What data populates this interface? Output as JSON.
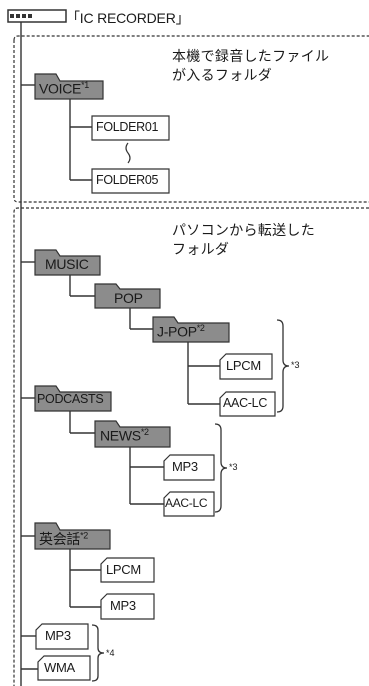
{
  "device_label": "「IC RECORDER」",
  "descriptions": {
    "voice_area": [
      "本機で録音したファイル",
      "が入るフォルダ"
    ],
    "pc_area": [
      "パソコンから転送した",
      "フォルダ"
    ]
  },
  "folders": {
    "voice": {
      "label": "VOICE",
      "mark": "*1"
    },
    "folder01": {
      "label": "FOLDER01"
    },
    "folder05": {
      "label": "FOLDER05"
    },
    "music": {
      "label": "MUSIC"
    },
    "pop": {
      "label": "POP"
    },
    "jpop": {
      "label": "J-POP",
      "mark": "*2"
    },
    "jpop_lpcm": {
      "label": "LPCM"
    },
    "jpop_aaclc": {
      "label": "AAC-LC"
    },
    "podcasts": {
      "label": "PODCASTS"
    },
    "news": {
      "label": "NEWS",
      "mark": "*2"
    },
    "news_mp3": {
      "label": "MP3"
    },
    "news_aaclc": {
      "label": "AAC-LC"
    },
    "eikaiwa": {
      "label": "英会話",
      "mark": "*2"
    },
    "eikaiwa_lpcm": {
      "label": "LPCM"
    },
    "eikaiwa_mp3": {
      "label": "MP3"
    },
    "root_mp3": {
      "label": "MP3"
    },
    "root_wma": {
      "label": "WMA"
    }
  },
  "bracket_marks": {
    "jpop_group": "*3",
    "news_group": "*3",
    "root_group": "*4"
  },
  "colors": {
    "folder_fill": "#8c8c8c",
    "line": "#333333"
  }
}
